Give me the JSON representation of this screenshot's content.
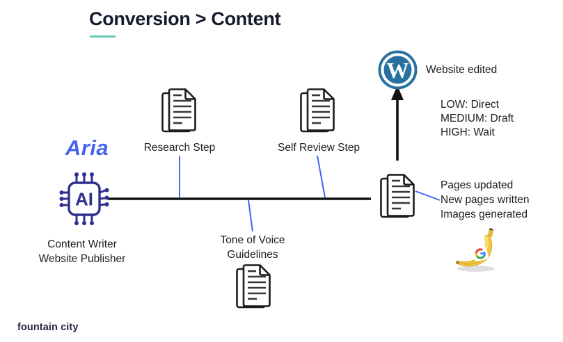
{
  "title": {
    "text": "Conversion > Content",
    "underline_color": "#5ECBB1"
  },
  "agent": {
    "name": "Aria",
    "roles": [
      "Content Writer",
      "Website Publisher"
    ]
  },
  "timeline": {
    "steps": [
      {
        "id": "research",
        "label": "Research Step"
      },
      {
        "id": "tone_of_voice",
        "label_lines": [
          "Tone of Voice",
          "Guidelines"
        ]
      },
      {
        "id": "self_review",
        "label": "Self Review Step"
      }
    ]
  },
  "publish": {
    "website_label": "Website edited",
    "modes": [
      "LOW: Direct",
      "MEDIUM: Draft",
      "HIGH: Wait"
    ],
    "outputs": [
      "Pages updated",
      "New pages written",
      "Images generated"
    ]
  },
  "footer": {
    "brand": "fountain city"
  },
  "icons": {
    "ai_chip": "ai-chip-icon",
    "document": "document-stack-icon",
    "wordpress": "wordpress-icon",
    "arrow_up": "arrow-up-icon",
    "banana_google": "banana-google-g-icon"
  },
  "colors": {
    "title_text": "#161A2E",
    "accent_teal": "#5ECBB1",
    "aria_blue": "#4663F0",
    "chip_indigo": "#2F2F8F",
    "connector_blue": "#3E63F2",
    "line_black": "#111111",
    "wordpress_blue": "#26719D",
    "body_text": "#1D1D1D",
    "banana_yellow": "#F2C83E"
  }
}
